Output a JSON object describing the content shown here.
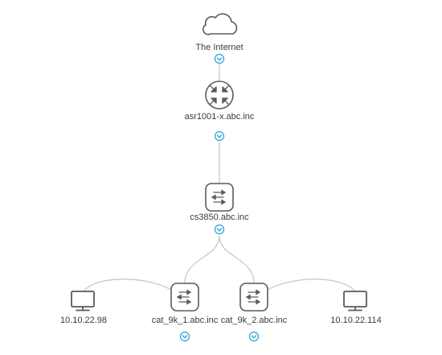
{
  "topology": {
    "nodes": [
      {
        "id": "internet",
        "type": "cloud",
        "icon": "cloud-icon",
        "label": "The Internet",
        "expandable": true
      },
      {
        "id": "router",
        "type": "router",
        "icon": "router-icon",
        "label": "asr1001-x.abc.inc",
        "expandable": true
      },
      {
        "id": "core-switch",
        "type": "switch",
        "icon": "switch-icon",
        "label": "cs3850.abc.inc",
        "expandable": true
      },
      {
        "id": "host-1",
        "type": "host",
        "icon": "monitor-icon",
        "label": "10.10.22.98",
        "expandable": false
      },
      {
        "id": "access-switch-1",
        "type": "switch",
        "icon": "switch-icon",
        "label": "cat_9k_1.abc.inc",
        "expandable": true
      },
      {
        "id": "access-switch-2",
        "type": "switch",
        "icon": "switch-icon",
        "label": "cat_9k_2.abc.inc",
        "expandable": true
      },
      {
        "id": "host-2",
        "type": "host",
        "icon": "monitor-icon",
        "label": "10.10.22.114",
        "expandable": false
      }
    ],
    "links": [
      {
        "from": "internet",
        "to": "router"
      },
      {
        "from": "router",
        "to": "core-switch"
      },
      {
        "from": "core-switch",
        "to": "access-switch-1"
      },
      {
        "from": "core-switch",
        "to": "access-switch-2"
      },
      {
        "from": "access-switch-1",
        "to": "host-1"
      },
      {
        "from": "access-switch-2",
        "to": "host-2"
      }
    ],
    "colors": {
      "icon_stroke": "#5a5a5a",
      "link": "#c4c4c4",
      "chevron": "#2b9fd8",
      "label": "#3b3b3b"
    }
  }
}
